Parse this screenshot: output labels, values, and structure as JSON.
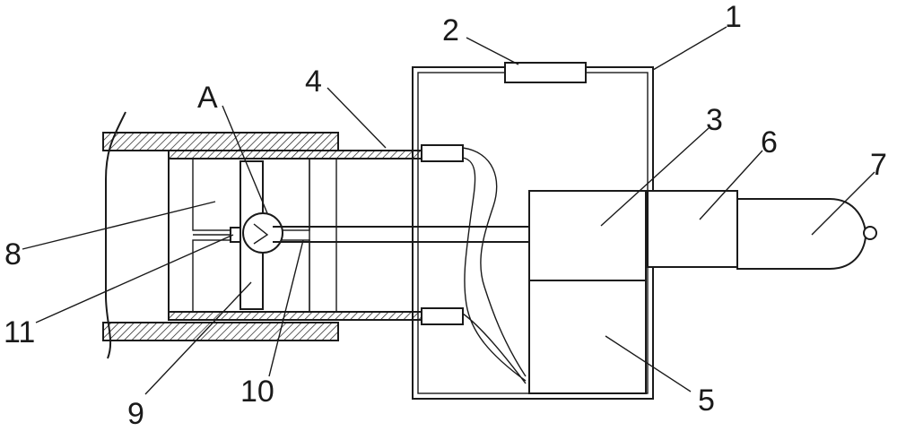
{
  "diagram": {
    "labels": [
      "1",
      "2",
      "3",
      "4",
      "5",
      "6",
      "7",
      "8",
      "9",
      "10",
      "11",
      "A"
    ]
  }
}
